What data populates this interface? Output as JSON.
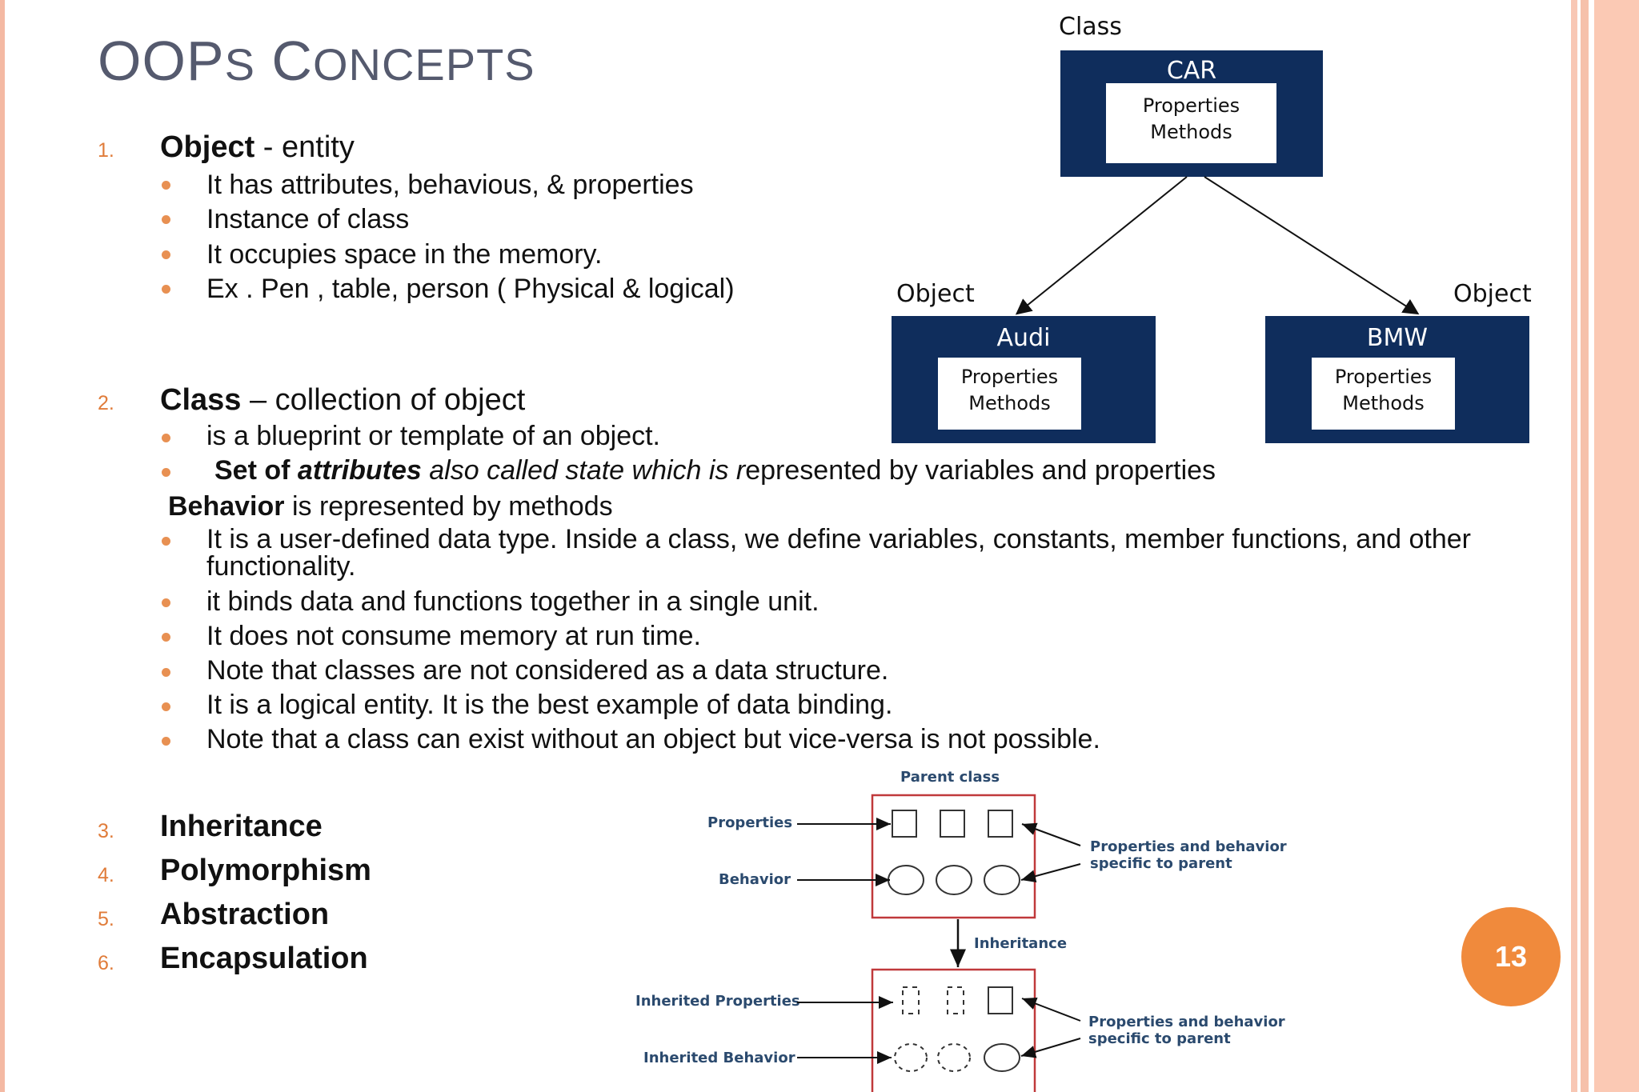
{
  "slide": {
    "title_big1": "OOP",
    "title_small1": "S",
    "title_big2": " C",
    "title_small2": "ONCEPTS",
    "page_number": "13"
  },
  "section1": {
    "number": "1.",
    "term": "Object",
    "rest": "  - entity",
    "bullets": [
      "It has attributes, behavious, & properties",
      "Instance of class",
      "It occupies space in the memory.",
      "Ex . Pen , table, person ( Physical & logical)"
    ]
  },
  "section2": {
    "number": "2.",
    "term": "Class",
    "rest": " – collection of object",
    "bullet1": "is a blueprint or template of an object.",
    "bullet2_a": "Set of ",
    "bullet2_b": "attributes",
    "bullet2_c": " also called ",
    "bullet2_d": "state which is r",
    "bullet2_e": "epresented by variables and properties",
    "behavior_term": "Behavior",
    "behavior_rest": " is represented by methods",
    "bullets": [
      "It is a user-defined data type. Inside a class, we define variables, constants, member functions, and other functionality.",
      "it binds data and functions together in a single unit.",
      "It does not consume memory at run time.",
      "Note that classes are not considered as a data structure.",
      "It is a logical entity. It is the best example of data binding.",
      "Note that a class can exist without an object but vice-versa is not possible."
    ]
  },
  "more_topics": [
    {
      "number": "3.",
      "label": "Inheritance"
    },
    {
      "number": "4.",
      "label": "Polymorphism"
    },
    {
      "number": "5.",
      "label": "Abstraction"
    },
    {
      "number": "6.",
      "label": "Encapsulation"
    }
  ],
  "class_diagram": {
    "class_label": "Class",
    "object_label_left": "Object",
    "object_label_right": "Object",
    "car": {
      "title": "CAR",
      "line1": "Properties",
      "line2": "Methods"
    },
    "audi": {
      "title": "Audi",
      "line1": "Properties",
      "line2": "Methods"
    },
    "bmw": {
      "title": "BMW",
      "line1": "Properties",
      "line2": "Methods"
    },
    "colors": {
      "box": "#0f2d5c"
    }
  },
  "inheritance_diagram": {
    "parent_class": "Parent class",
    "properties": "Properties",
    "behavior": "Behavior",
    "specific1_line1": "Properties and behavior",
    "specific1_line2": "specific to parent",
    "inheritance": "Inheritance",
    "inherited_properties": "Inherited Properties",
    "inherited_behavior": "Inherited Behavior",
    "specific2_line1": "Properties and behavior",
    "specific2_line2": "specific to parent",
    "colors": {
      "frame": "#c0393b",
      "label": "#2b4a6e"
    }
  }
}
